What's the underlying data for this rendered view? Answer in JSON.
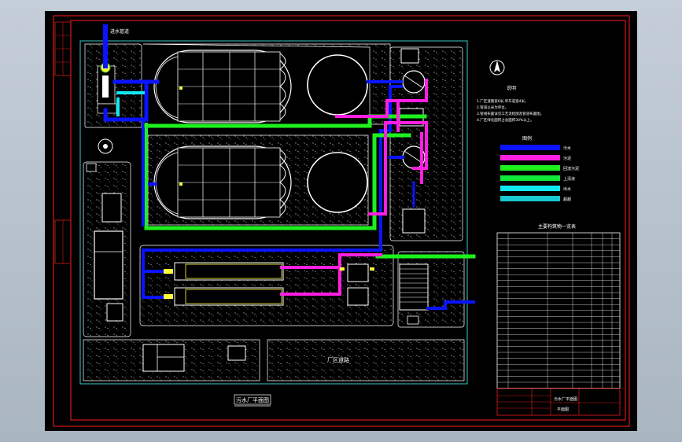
{
  "drawing": {
    "title": "污水厂平面图",
    "top_inlet_label": "进水管道",
    "legend": {
      "title": "图例",
      "items": [
        {
          "label": "污水",
          "color": "#0a14ff"
        },
        {
          "label": "污泥",
          "color": "#ff1fe0"
        },
        {
          "label": "回流污泥",
          "color": "#1ef01e"
        },
        {
          "label": "上清液",
          "color": "#10e83c"
        },
        {
          "label": "出水",
          "color": "#10e8f0"
        },
        {
          "label": "超越",
          "color": "#18c8d0"
        }
      ]
    },
    "notes_title": "说明",
    "notes": [
      "1.厂区道路宽6米,单车道宽4米。",
      "2.管道以米为单位。",
      "3.管线布置详见工艺流程图及管道布置图。",
      "4.厂区绿化面积占总面积30%以上。"
    ],
    "table_title": "主要构筑物一览表",
    "road_label": "厂区道路",
    "title_block": {
      "project": "污水厂平面图",
      "sheet": "平面图"
    },
    "colors": {
      "frame": "#d81818",
      "outline": "#ffffff",
      "site": "#3cc8c8",
      "sewage": "#0a14ff",
      "sludge": "#ff1fe0",
      "return": "#1ef01e",
      "effluent": "#10e8f0",
      "equipment": "#ffff40"
    }
  }
}
